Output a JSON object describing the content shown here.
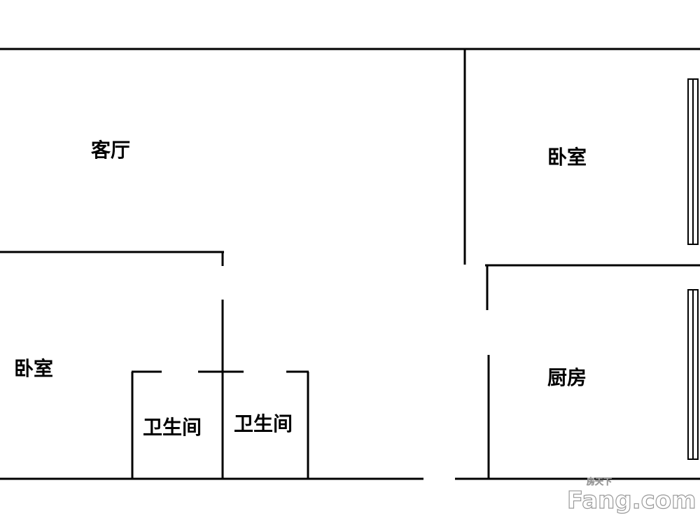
{
  "rooms": {
    "living_room": "客厅",
    "bedroom_right": "卧室",
    "bedroom_left": "卧室",
    "kitchen": "厨房",
    "bathroom_1": "卫生间",
    "bathroom_2": "卫生间"
  },
  "watermark": {
    "brand": "Fang.com",
    "tagline": "房天下"
  }
}
